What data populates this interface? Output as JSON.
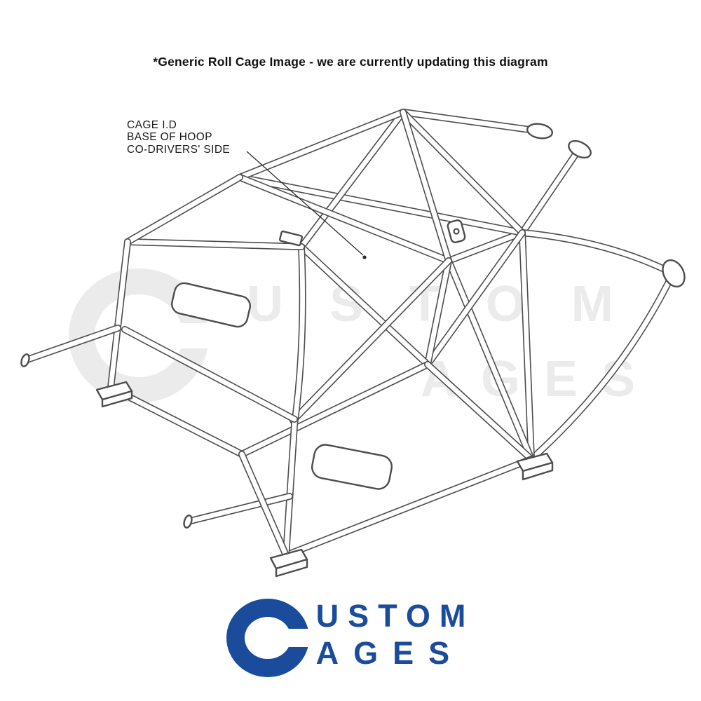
{
  "title": "*Generic Roll Cage Image - we are currently updating this diagram",
  "annotation": {
    "line1": "CAGE I.D",
    "line2": "BASE OF HOOP",
    "line3": "CO-DRIVERS' SIDE"
  },
  "watermark": {
    "line1": "USTOM",
    "line2": "AGES"
  },
  "logo": {
    "line1": "USTOM",
    "line2": "AGES"
  },
  "colors": {
    "background": "#ffffff",
    "drawing_line": "#4d4d4d",
    "logo_blue": "#1b4c9c",
    "watermark_gray": "#ebebeb"
  }
}
